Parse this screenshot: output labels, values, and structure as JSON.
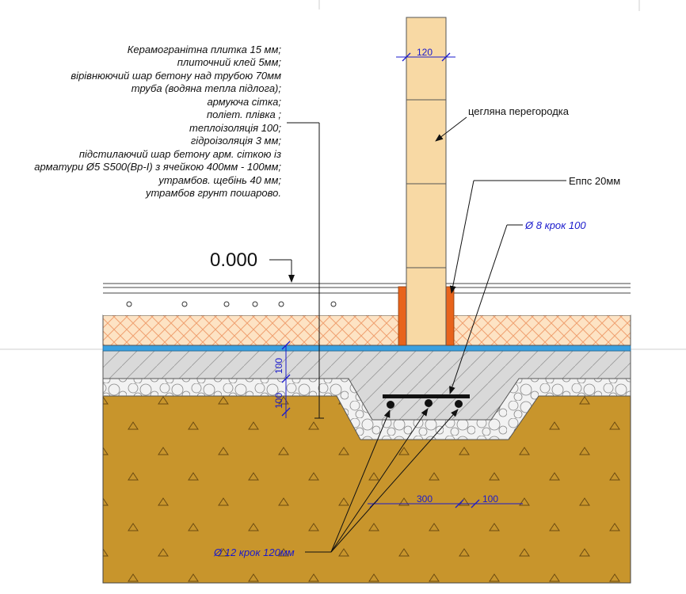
{
  "layers_note": [
    "Керамогранітна плитка 15 мм;",
    "плиточний клей 5мм;",
    "вірівнюючий шар бетону над трубою 70мм",
    "труба (водяна тепла підлога);",
    "армуюча сітка;",
    "поліет. плівка ;",
    "теплоізоляція 100;",
    "гідроізоляція 3 мм;",
    "підстилаючий шар бетону арм. сіткою із",
    "арматури Ø5 S500(Вр-I) з ячейкою 400мм - 100мм;",
    "утрамбов. щебінь 40 мм;",
    "утрамбов грунт пошарово."
  ],
  "level_mark": "0.000",
  "labels": {
    "brick_partition": "цегляна перегородка",
    "eps": "Еппс 20мм",
    "rebar_8": "Ø 8 крок 100",
    "rebar_12": "Ø 12 крок 120мм"
  },
  "dimensions": {
    "wall_width": "120",
    "concrete_thickness": "100",
    "gravel_thickness": "100",
    "footing_width": "300",
    "offset": "100"
  },
  "colors": {
    "brick": "#f8d9a4",
    "insulation": "#fde3c4",
    "insulation_hatch": "#f0a070",
    "waterproof": "#3aa0e0",
    "concrete": "#d9d9d9",
    "gravel": "#f2f2f2",
    "soil": "#c8952c",
    "eps": "#e8641c",
    "dimension": "#1a1acc"
  }
}
